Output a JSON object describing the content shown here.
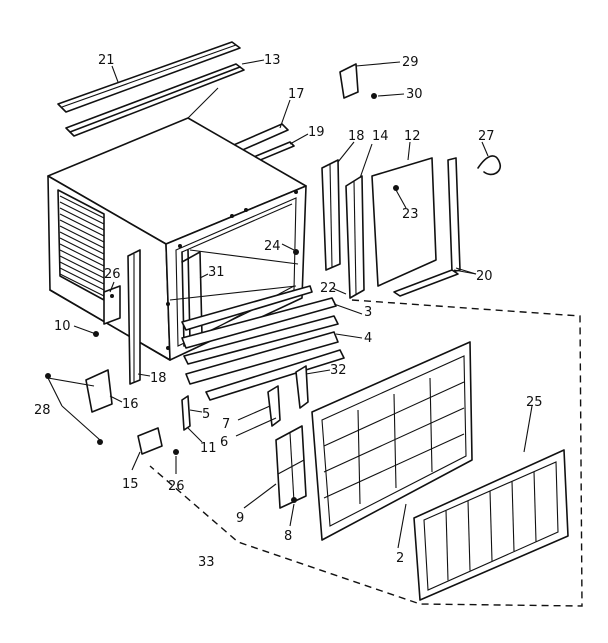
{
  "callouts": [
    {
      "id": "c21",
      "text": "21"
    },
    {
      "id": "c13",
      "text": "13"
    },
    {
      "id": "c17",
      "text": "17"
    },
    {
      "id": "c19",
      "text": "19"
    },
    {
      "id": "c18a",
      "text": "18"
    },
    {
      "id": "c14",
      "text": "14"
    },
    {
      "id": "c12",
      "text": "12"
    },
    {
      "id": "c27",
      "text": "27"
    },
    {
      "id": "c29",
      "text": "29"
    },
    {
      "id": "c30",
      "text": "30"
    },
    {
      "id": "c23",
      "text": "23"
    },
    {
      "id": "c24",
      "text": "24"
    },
    {
      "id": "c20",
      "text": "20"
    },
    {
      "id": "c26a",
      "text": "26"
    },
    {
      "id": "c31",
      "text": "31"
    },
    {
      "id": "c22",
      "text": "22"
    },
    {
      "id": "c3",
      "text": "3"
    },
    {
      "id": "c4",
      "text": "4"
    },
    {
      "id": "c10",
      "text": "10"
    },
    {
      "id": "c18b",
      "text": "18"
    },
    {
      "id": "c32",
      "text": "32"
    },
    {
      "id": "c28",
      "text": "28"
    },
    {
      "id": "c16",
      "text": "16"
    },
    {
      "id": "c5",
      "text": "5"
    },
    {
      "id": "c7",
      "text": "7"
    },
    {
      "id": "c6",
      "text": "6"
    },
    {
      "id": "c25",
      "text": "25"
    },
    {
      "id": "c11",
      "text": "11"
    },
    {
      "id": "c15",
      "text": "15"
    },
    {
      "id": "c26b",
      "text": "26"
    },
    {
      "id": "c9",
      "text": "9"
    },
    {
      "id": "c8",
      "text": "8"
    },
    {
      "id": "c2",
      "text": "2"
    },
    {
      "id": "c33",
      "text": "33"
    }
  ]
}
